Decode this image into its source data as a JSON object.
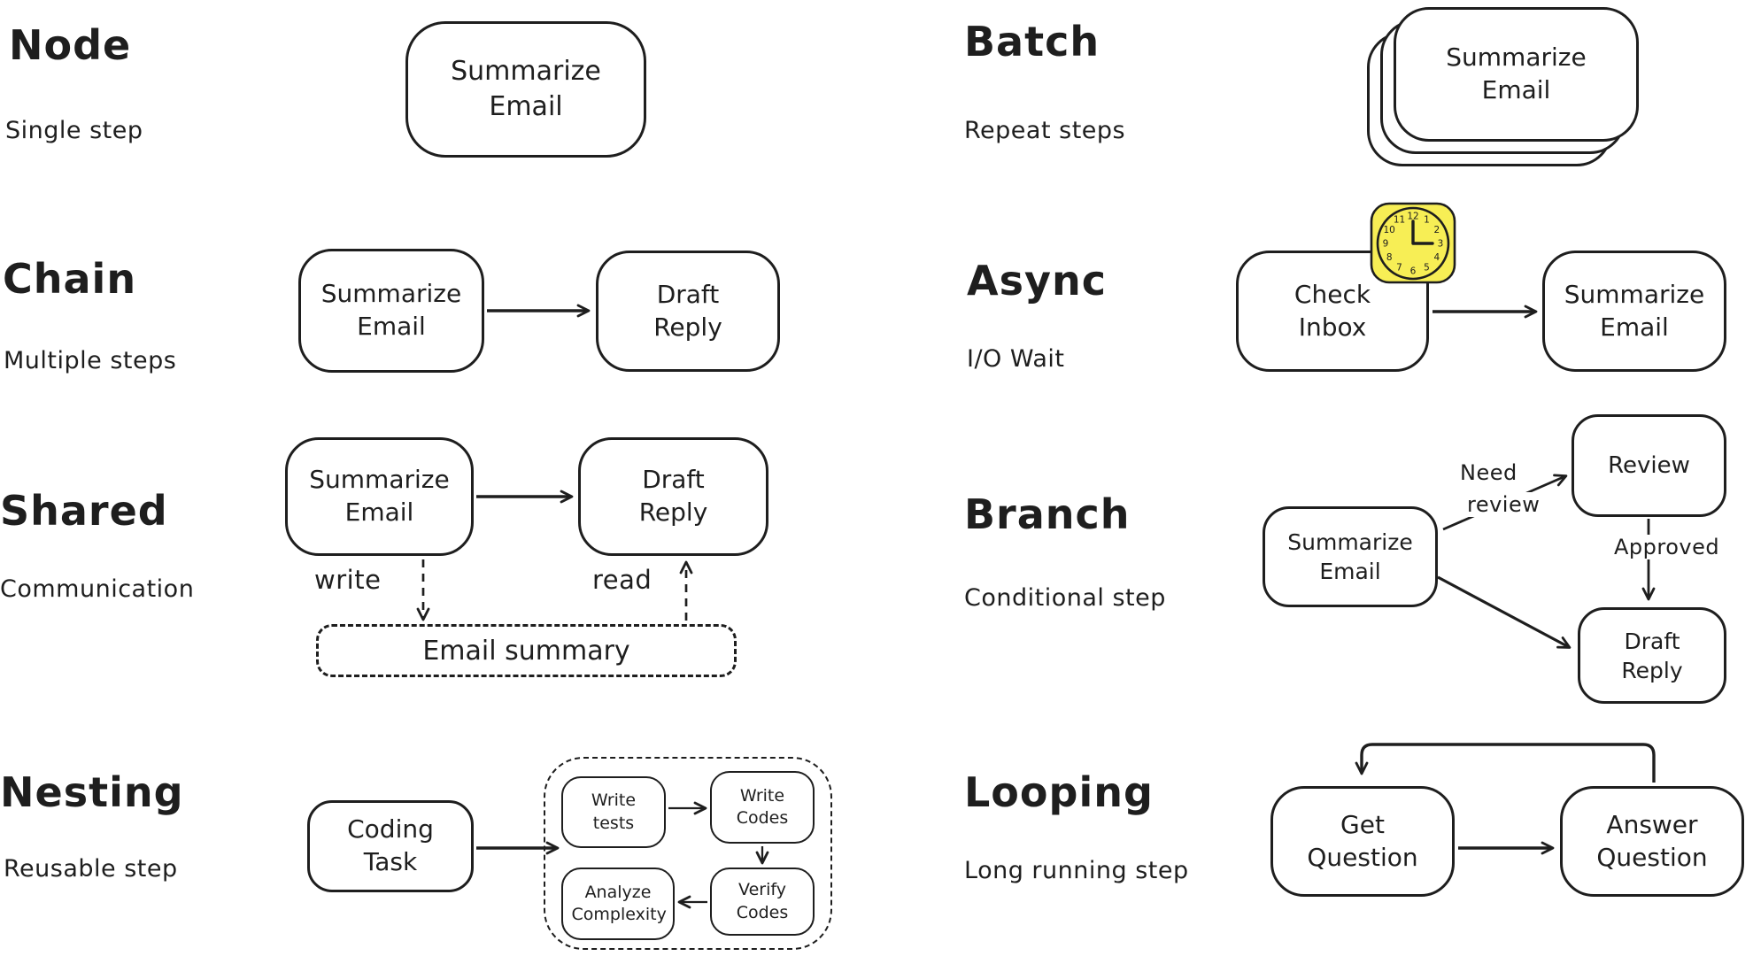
{
  "colors": {
    "ink": "#1e1e1e",
    "background": "#ffffff",
    "clock_fill": "#f7ee55"
  },
  "sections": {
    "node": {
      "title": "Node",
      "subtitle": "Single step",
      "step1": "Summarize Email"
    },
    "chain": {
      "title": "Chain",
      "subtitle": "Multiple steps",
      "step1": "Summarize Email",
      "step2": "Draft Reply"
    },
    "shared": {
      "title": "Shared",
      "subtitle": "Communication",
      "step1": "Summarize Email",
      "step2": "Draft Reply",
      "write_label": "write",
      "read_label": "read",
      "store_label": "Email summary"
    },
    "nesting": {
      "title": "Nesting",
      "subtitle": "Reusable step",
      "step1": "Coding Task",
      "sub_steps": {
        "write_tests": "Write tests",
        "write_codes": "Write Codes",
        "verify_codes": "Verify Codes",
        "analyze_complexity": "Analyze Complexity"
      }
    },
    "batch": {
      "title": "Batch",
      "subtitle": "Repeat steps",
      "step1": "Summarize Email"
    },
    "async": {
      "title": "Async",
      "subtitle": "I/O Wait",
      "step1": "Check Inbox",
      "step2": "Summarize Email",
      "clock": {
        "time_shown": "3:00",
        "numbers": [
          "12",
          "1",
          "2",
          "3",
          "4",
          "5",
          "6",
          "7",
          "8",
          "9",
          "10",
          "11"
        ]
      }
    },
    "branch": {
      "title": "Branch",
      "subtitle": "Conditional step",
      "step1": "Summarize Email",
      "step2": "Review",
      "step3": "Draft Reply",
      "need_label": "Need",
      "review_label": "review",
      "approved_label": "Approved"
    },
    "looping": {
      "title": "Looping",
      "subtitle": "Long running step",
      "step1": "Get Question",
      "step2": "Answer Question"
    }
  }
}
